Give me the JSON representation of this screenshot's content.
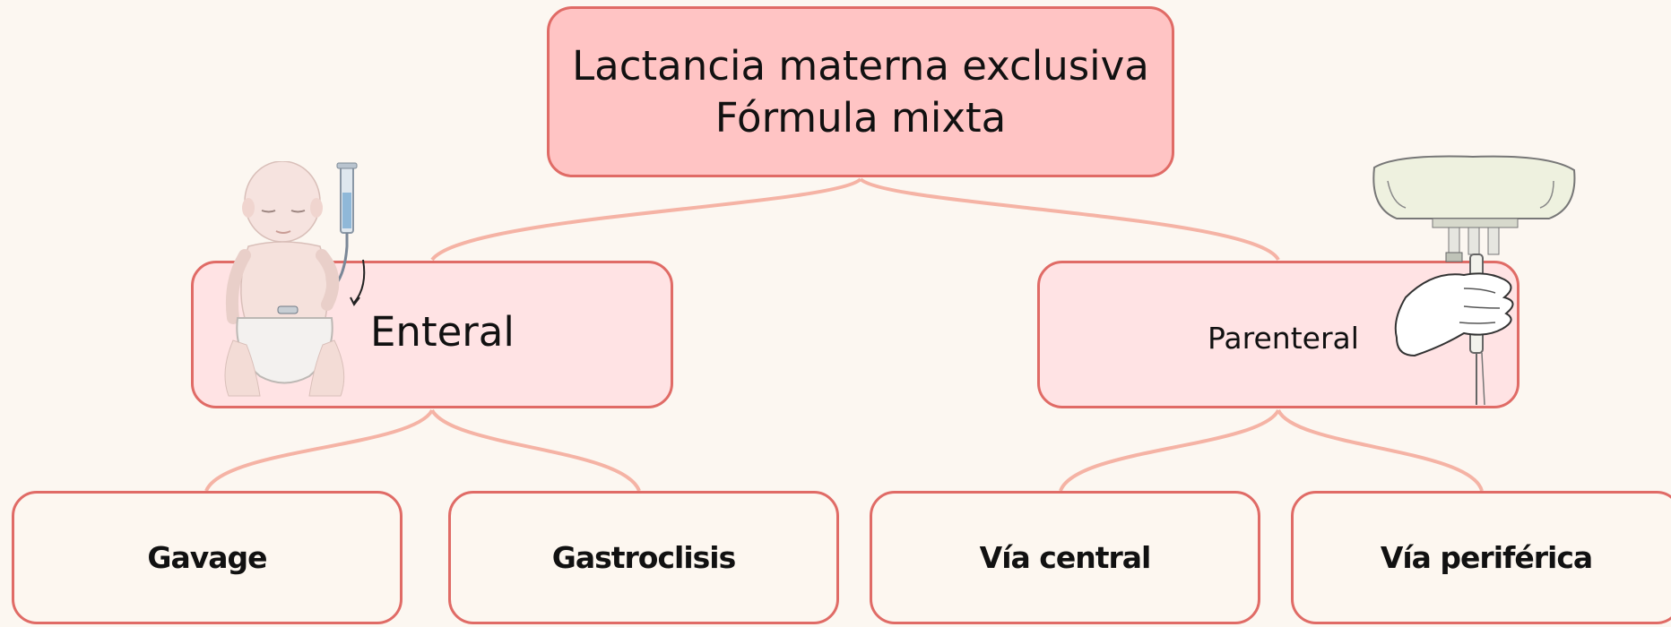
{
  "diagram": {
    "root": {
      "line1": "Lactancia materna exclusiva",
      "line2": "Fórmula mixta"
    },
    "enteral": {
      "label": "Enteral"
    },
    "parenteral": {
      "label": "Parenteral"
    },
    "leaves": [
      "Gavage",
      "Gastroclisis",
      "Vía central",
      "Vía periférica"
    ]
  },
  "colors": {
    "background": "#fcf7f1",
    "root_fill": "#ffc4c4",
    "mid_fill": "#ffe3e4",
    "border": "#e06b66",
    "connector": "#f5b3a5"
  },
  "icons": [
    "infant-feeding-tube-icon",
    "iv-bag-hand-icon"
  ]
}
